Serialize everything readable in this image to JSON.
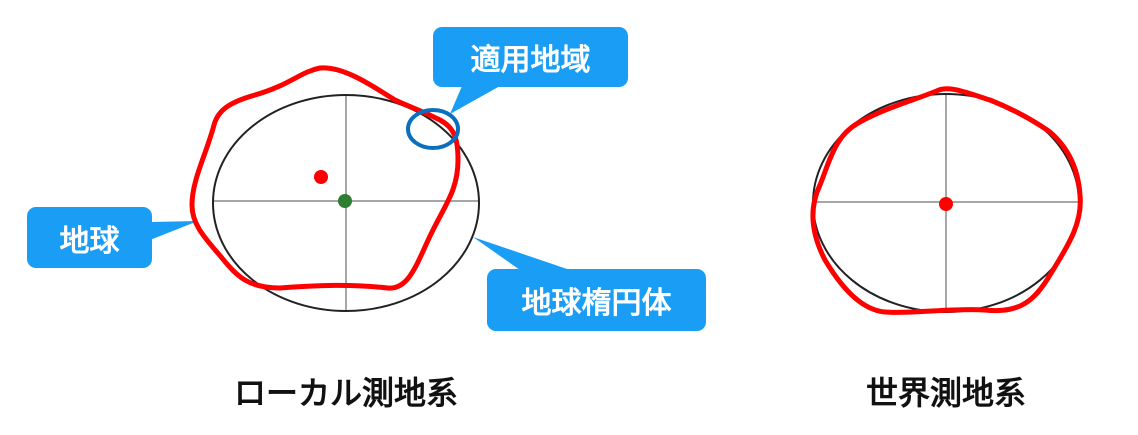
{
  "callouts": {
    "applicable_region": "適用地域",
    "earth": "地球",
    "earth_ellipsoid": "地球楕円体"
  },
  "captions": {
    "local_datum": "ローカル測地系",
    "world_datum": "世界測地系"
  },
  "colors": {
    "earth_outline": "#ff0000",
    "ellipsoid": "#222222",
    "callout": "#1a9ef5",
    "highlight_ring": "#0a6fbf",
    "earth_center": "#ff0000",
    "ellipsoid_center": "#2e7d32"
  }
}
